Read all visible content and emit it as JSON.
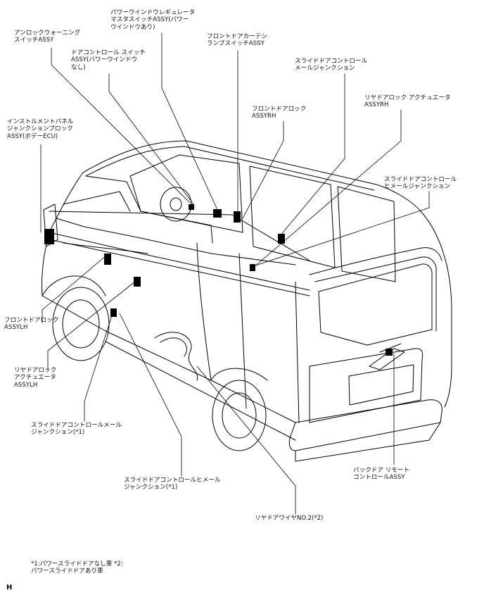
{
  "labels": {
    "unlock_warning_switch": "アンロックウォーニング\nスイッチASSY",
    "power_window_master_switch": "パワーウインドウレギュレータ\nマスタスイッチASSY(パワー\nウインドウあり)",
    "door_control_switch": "ドアコントロール スイッチ\nASSY(パワーウインドウ\nなし)",
    "front_door_courtesy_switch": "フロントドアカーテシ\nランプスイッチASSY",
    "slide_door_control_mail_junction_top": "スライドドアコントロール\nメールジャンクション",
    "front_door_lock_rh": "フロントドアロック\nASSYRH",
    "rear_door_lock_actuator_rh": "リヤドアロック アクチュエータ\nASSYRH",
    "instrument_panel_junction_block": "インストルメントパネル\nジャンクションブロック\nASSY(ボデーECU)",
    "slide_door_control_female_junction_right": "スライドドアコントロール\nヒメールジャンクション",
    "front_door_lock_lh": "フロントドアロック\nASSYLH",
    "rear_door_lock_actuator_lh": "リヤドアロック\nアクチュエータ\nASSYLH",
    "slide_door_control_mail_junction_bottom": "スライドドアコントロールメール\nジャンクション(*1)",
    "slide_door_control_female_junction_bottom": "スライドドアコントロールヒメール\nジャンクション(*1)",
    "back_door_remote_control": "バックドア リモート\nコントロールASSY",
    "rear_door_wire_no2": "リヤドアワイヤNO.2(*2)"
  },
  "footnote": "*1:パワースライドドアなし車 *2:\nパワースライドドアあり車",
  "corner_code": "H",
  "colors": {
    "line": "#000000",
    "background": "#ffffff"
  }
}
